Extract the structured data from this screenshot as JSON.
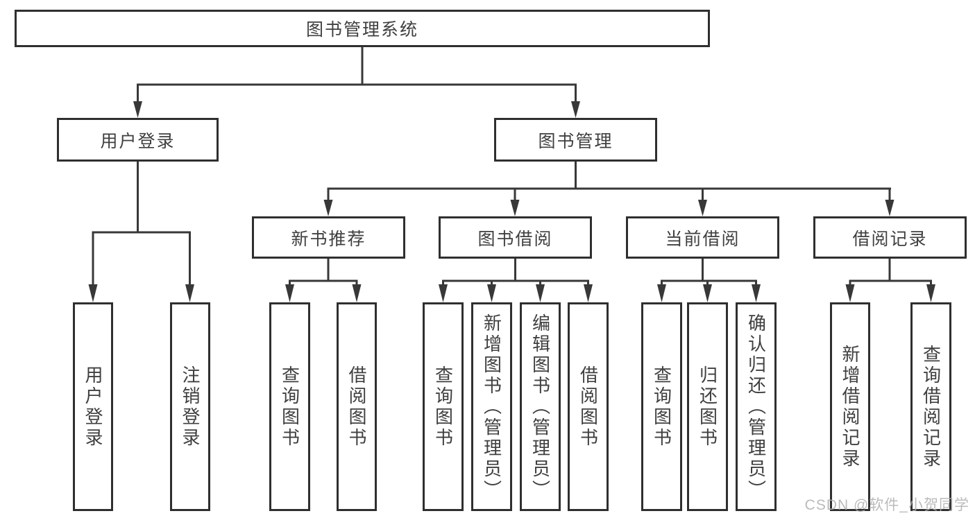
{
  "diagram": {
    "root": {
      "label": "图书管理系统"
    },
    "branches": [
      {
        "label": "用户登录",
        "children": [
          {
            "label": "用户登录"
          },
          {
            "label": "注销登录"
          }
        ]
      },
      {
        "label": "图书管理",
        "children": [
          {
            "label": "新书推荐",
            "children": [
              {
                "label": "查询图书"
              },
              {
                "label": "借阅图书"
              }
            ]
          },
          {
            "label": "图书借阅",
            "children": [
              {
                "label": "查询图书"
              },
              {
                "label": "新增图书（管理员）"
              },
              {
                "label": "编辑图书（管理员）"
              },
              {
                "label": "借阅图书"
              }
            ]
          },
          {
            "label": "当前借阅",
            "children": [
              {
                "label": "查询图书"
              },
              {
                "label": "归还图书"
              },
              {
                "label": "确认归还（管理员）"
              }
            ]
          },
          {
            "label": "借阅记录",
            "children": [
              {
                "label": "新增借阅记录"
              },
              {
                "label": "查询借阅记录"
              }
            ]
          }
        ]
      }
    ]
  },
  "watermark": {
    "text": "CSDN @软件_小贺同学"
  },
  "colors": {
    "line": "#383838",
    "border": "#2f2f2f",
    "text": "#3f3f3f",
    "watermark": "#b0b0b0",
    "background": "#ffffff"
  }
}
